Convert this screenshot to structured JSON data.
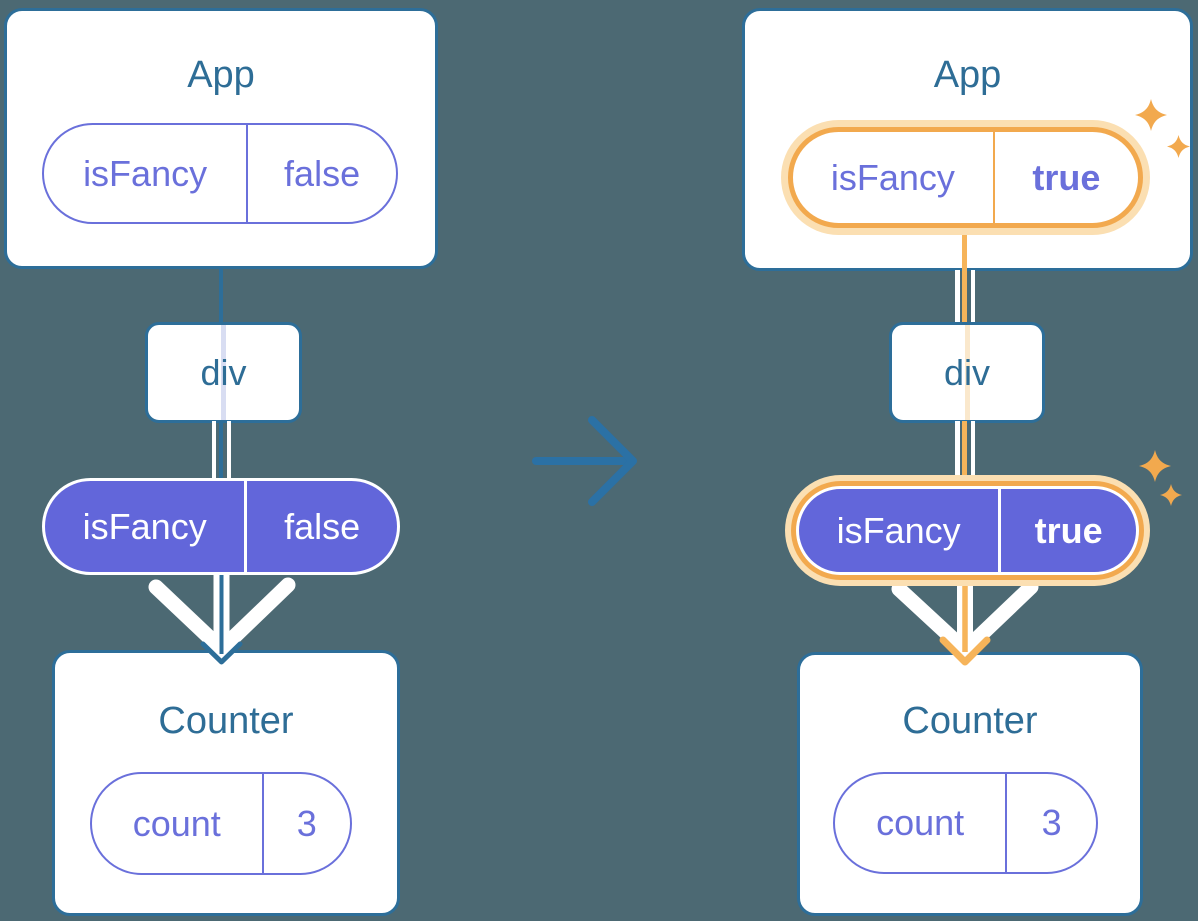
{
  "before": {
    "app_title": "App",
    "app_prop": {
      "name": "isFancy",
      "value": "false"
    },
    "div_label": "div",
    "passed_prop": {
      "name": "isFancy",
      "value": "false"
    },
    "counter_title": "Counter",
    "counter_state": {
      "name": "count",
      "value": "3"
    }
  },
  "after": {
    "app_title": "App",
    "app_prop": {
      "name": "isFancy",
      "value": "true"
    },
    "div_label": "div",
    "passed_prop": {
      "name": "isFancy",
      "value": "true"
    },
    "counter_title": "Counter",
    "counter_state": {
      "name": "count",
      "value": "3"
    }
  },
  "icons": {
    "transition_arrow": "right-arrow-icon",
    "flow_arrow": "down-arrow-icon",
    "sparkles": "sparkle-icon"
  },
  "colors": {
    "background": "#4C6973",
    "card_border": "#2D6E99",
    "heading_text": "#2E6D96",
    "purple_outline": "#6A70DB",
    "purple_fill": "#6266DA",
    "highlight_orange": "#F2A94E",
    "highlight_glow": "#FBDFB2",
    "line_blue": "#2D6E99",
    "line_orange": "#F6B45A"
  }
}
